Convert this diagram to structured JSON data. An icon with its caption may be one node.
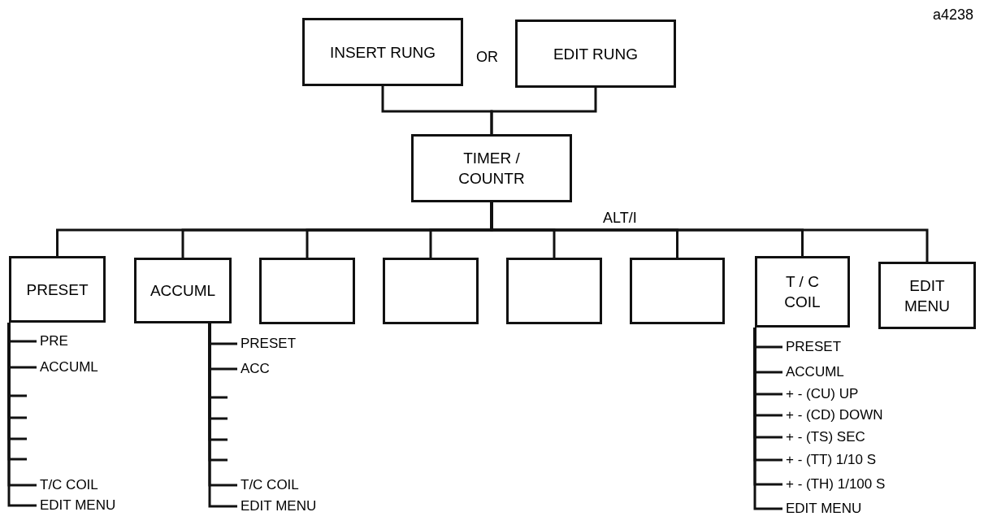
{
  "diagram": {
    "nodes": [
      {
        "text": [
          "INSERT RUNG"
        ]
      },
      {
        "text": [
          "EDIT RUNG"
        ]
      },
      {
        "text": [
          "TIMER / COUNTR"
        ]
      },
      {
        "text": [
          "PRESET"
        ]
      },
      {
        "text": [
          "ACCUML"
        ]
      },
      {
        "text": [],
        "shape": "box"
      },
      {
        "text": [],
        "shape": "box"
      },
      {
        "text": [],
        "shape": "box"
      },
      {
        "text": [],
        "shape": "box"
      },
      {
        "text": [
          "T / C COIL"
        ]
      },
      {
        "text": [
          "EDIT MENU"
        ]
      },
      {
        "text": [
          "PRE"
        ]
      },
      {
        "text": [
          "ACCUML"
        ]
      },
      {
        "text": [
          "T/C COIL"
        ]
      },
      {
        "text": [
          "EDIT MENU"
        ]
      },
      {
        "text": [
          "PRESET"
        ]
      },
      {
        "text": [
          "ACC"
        ]
      },
      {
        "text": [
          "T/C COIL"
        ]
      },
      {
        "text": [
          "EDIT MENU"
        ]
      },
      {
        "text": [
          "PRESET"
        ]
      },
      {
        "text": [
          "ACCUML"
        ]
      },
      {
        "text": [
          "+ - (CU) UP"
        ]
      },
      {
        "text": [
          "+ - (CD) DOWN"
        ]
      },
      {
        "text": [
          "+ - (TS) SEC"
        ]
      },
      {
        "text": [
          "+ - (TT) 1/10 S"
        ]
      },
      {
        "text": [
          "+ - (TH) 1/100 S"
        ]
      },
      {
        "text": [
          "EDIT MENU"
        ]
      }
    ],
    "edges": [
      {
        "from": 0,
        "to": 2,
        "arrow": "none"
      },
      {
        "from": 1,
        "to": 2,
        "arrow": "none"
      },
      {
        "from": 2,
        "to": 3,
        "arrow": "none"
      },
      {
        "from": 2,
        "to": 4,
        "arrow": "none"
      },
      {
        "from": 2,
        "to": 5,
        "arrow": "none"
      },
      {
        "from": 2,
        "to": 6,
        "arrow": "none"
      },
      {
        "from": 2,
        "to": 7,
        "arrow": "none"
      },
      {
        "from": 2,
        "to": 8,
        "arrow": "none"
      },
      {
        "from": 2,
        "to": 9,
        "arrow": "none"
      },
      {
        "from": 2,
        "to": 10,
        "arrow": "none"
      },
      {
        "from": 3,
        "to": 11,
        "arrow": "none"
      },
      {
        "from": 3,
        "to": 12,
        "arrow": "none"
      },
      {
        "from": 3,
        "to": null,
        "arrow": "none"
      },
      {
        "from": 3,
        "to": null,
        "arrow": "none"
      },
      {
        "from": 3,
        "to": null,
        "arrow": "none"
      },
      {
        "from": 3,
        "to": null,
        "arrow": "none"
      },
      {
        "from": 3,
        "to": 13,
        "arrow": "none"
      },
      {
        "from": 3,
        "to": 14,
        "arrow": "none"
      },
      {
        "from": 4,
        "to": 15,
        "arrow": "none"
      },
      {
        "from": 4,
        "to": 16,
        "arrow": "none"
      },
      {
        "from": 4,
        "to": null,
        "arrow": "none"
      },
      {
        "from": 4,
        "to": null,
        "arrow": "none"
      },
      {
        "from": 4,
        "to": null,
        "arrow": "none"
      },
      {
        "from": 4,
        "to": null,
        "arrow": "none"
      },
      {
        "from": 4,
        "to": 17,
        "arrow": "none"
      },
      {
        "from": 4,
        "to": 18,
        "arrow": "none"
      },
      {
        "from": 9,
        "to": 19,
        "arrow": "none"
      },
      {
        "from": 9,
        "to": 20,
        "arrow": "none"
      },
      {
        "from": 9,
        "to": 21,
        "arrow": "none"
      },
      {
        "from": 9,
        "to": 22,
        "arrow": "none"
      },
      {
        "from": 9,
        "to": 23,
        "arrow": "none"
      },
      {
        "from": 9,
        "to": 24,
        "arrow": "none"
      },
      {
        "from": 9,
        "to": 25,
        "arrow": "none"
      },
      {
        "from": 9,
        "to": 26,
        "arrow": "none"
      }
    ],
    "labels": [
      "a4238",
      "OR",
      "ALT/I"
    ]
  }
}
